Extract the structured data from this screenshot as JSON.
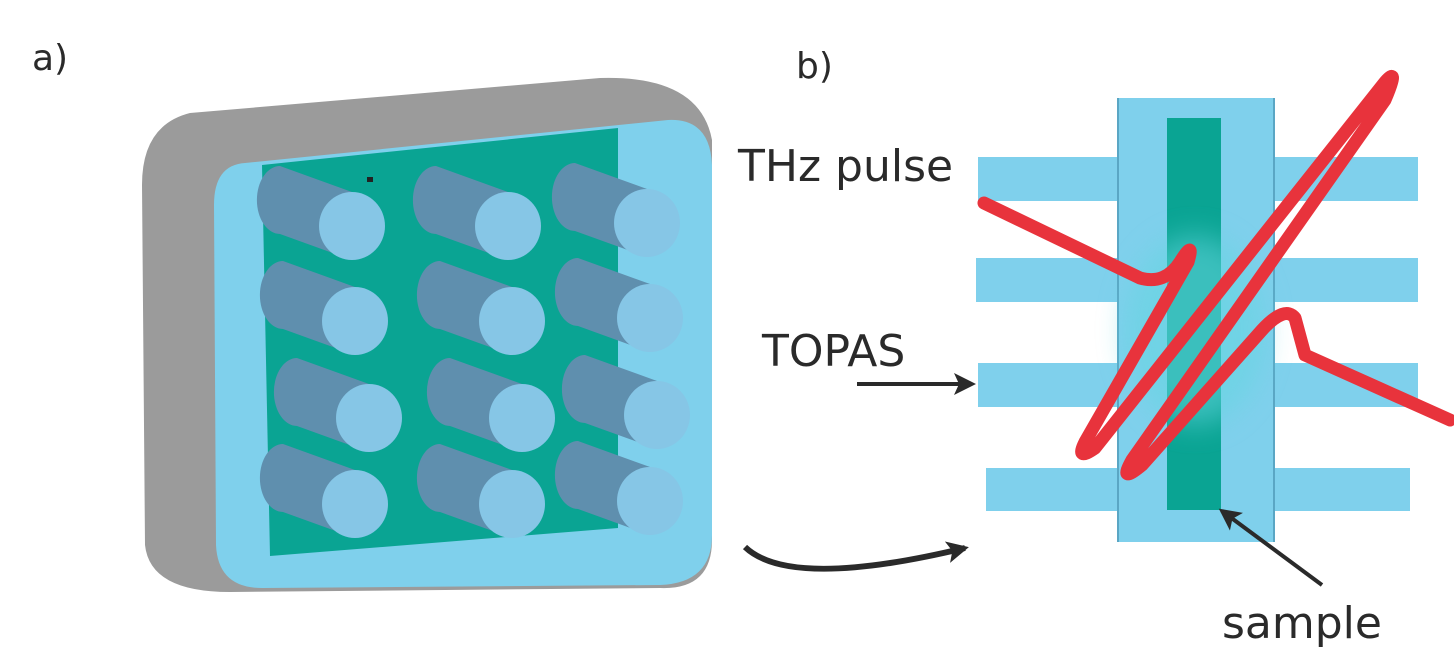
{
  "panels": {
    "a": {
      "label": "a)"
    },
    "b": {
      "label": "b)"
    }
  },
  "labels": {
    "thz": "THz pulse",
    "topas": "TOPAS",
    "sample": "sample"
  },
  "colors": {
    "housing": "#9b9b9b",
    "window": "#7fd0ec",
    "sample": "#0aa493",
    "rod": "#5f8fae",
    "rod_cap": "#86c6e6",
    "pulse": "#e8333c",
    "arrow": "#2a2a2a"
  }
}
